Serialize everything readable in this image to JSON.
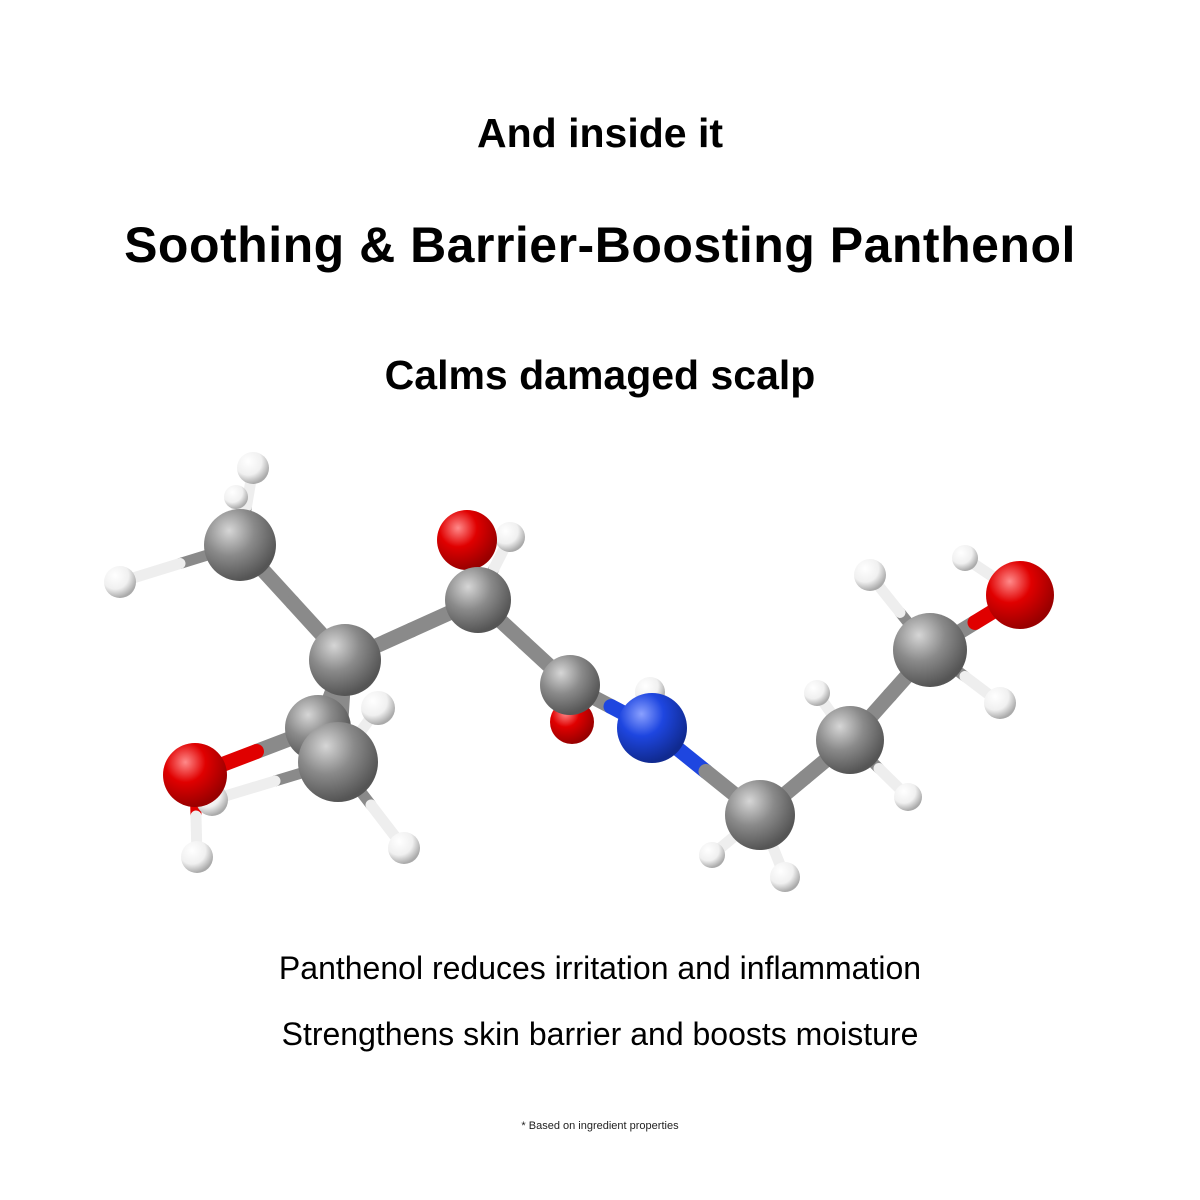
{
  "header": {
    "intro": "And inside it",
    "title": "Soothing & Barrier-Boosting Panthenol",
    "subtitle": "Calms damaged scalp"
  },
  "molecule": {
    "name": "panthenol-3d-ball-and-stick-model",
    "colors": {
      "carbon": "#8a8a8a",
      "oxygen": "#e00000",
      "nitrogen": "#1e46e0",
      "hydrogen": "#f2f2f2"
    }
  },
  "body": {
    "line1": "Panthenol reduces irritation and inflammation",
    "line2": "Strengthens skin barrier and boosts moisture"
  },
  "footnote": "* Based on ingredient properties"
}
